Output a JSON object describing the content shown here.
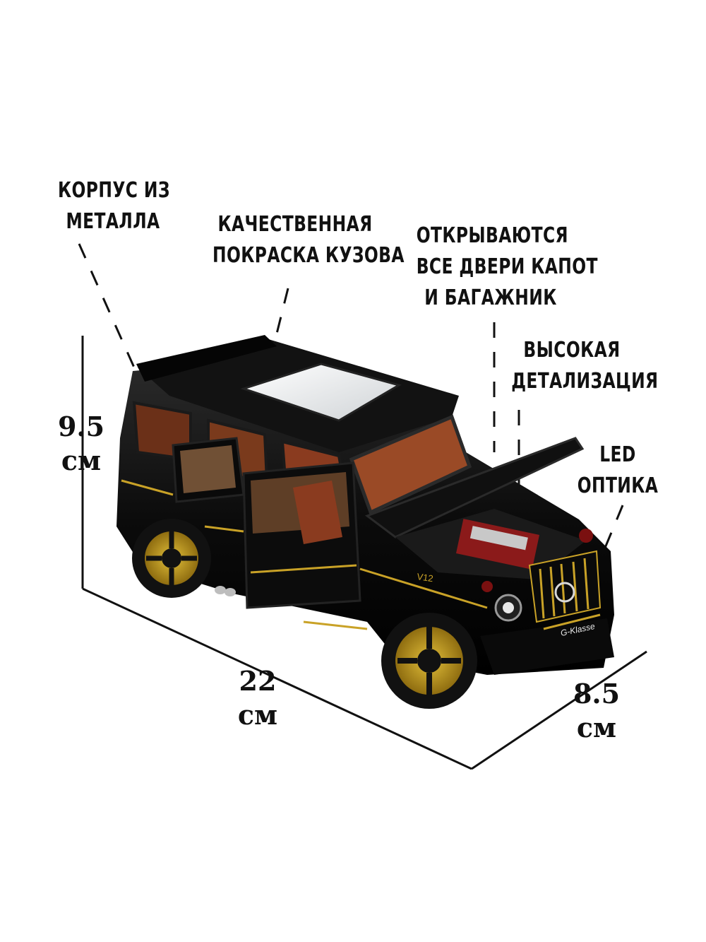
{
  "features": {
    "metal_body": [
      "КОРПУС ИЗ",
      "МЕТАЛЛА"
    ],
    "paint": [
      "КАЧЕСТВЕННАЯ",
      "ПОКРАСКА КУЗОВА"
    ],
    "doors": [
      "ОТКРЫВАЮТСЯ",
      "ВСЕ ДВЕРИ КАПОТ",
      "И БАГАЖНИК"
    ],
    "detail": [
      "ВЫСОКАЯ",
      "ДЕТАЛИЗАЦИЯ"
    ],
    "led": [
      "LED",
      "ОПТИКА"
    ]
  },
  "dimensions": {
    "height": {
      "value": "9.5",
      "unit": "см"
    },
    "length": {
      "value": "22",
      "unit": "см"
    },
    "width": {
      "value": "8.5",
      "unit": "см"
    }
  },
  "car": {
    "badge_engine": "V12",
    "badge_model": "G-Klasse",
    "colors": {
      "body": "#0b0b0b",
      "trim": "#c9a227",
      "interior": "#8a3b1f"
    }
  }
}
